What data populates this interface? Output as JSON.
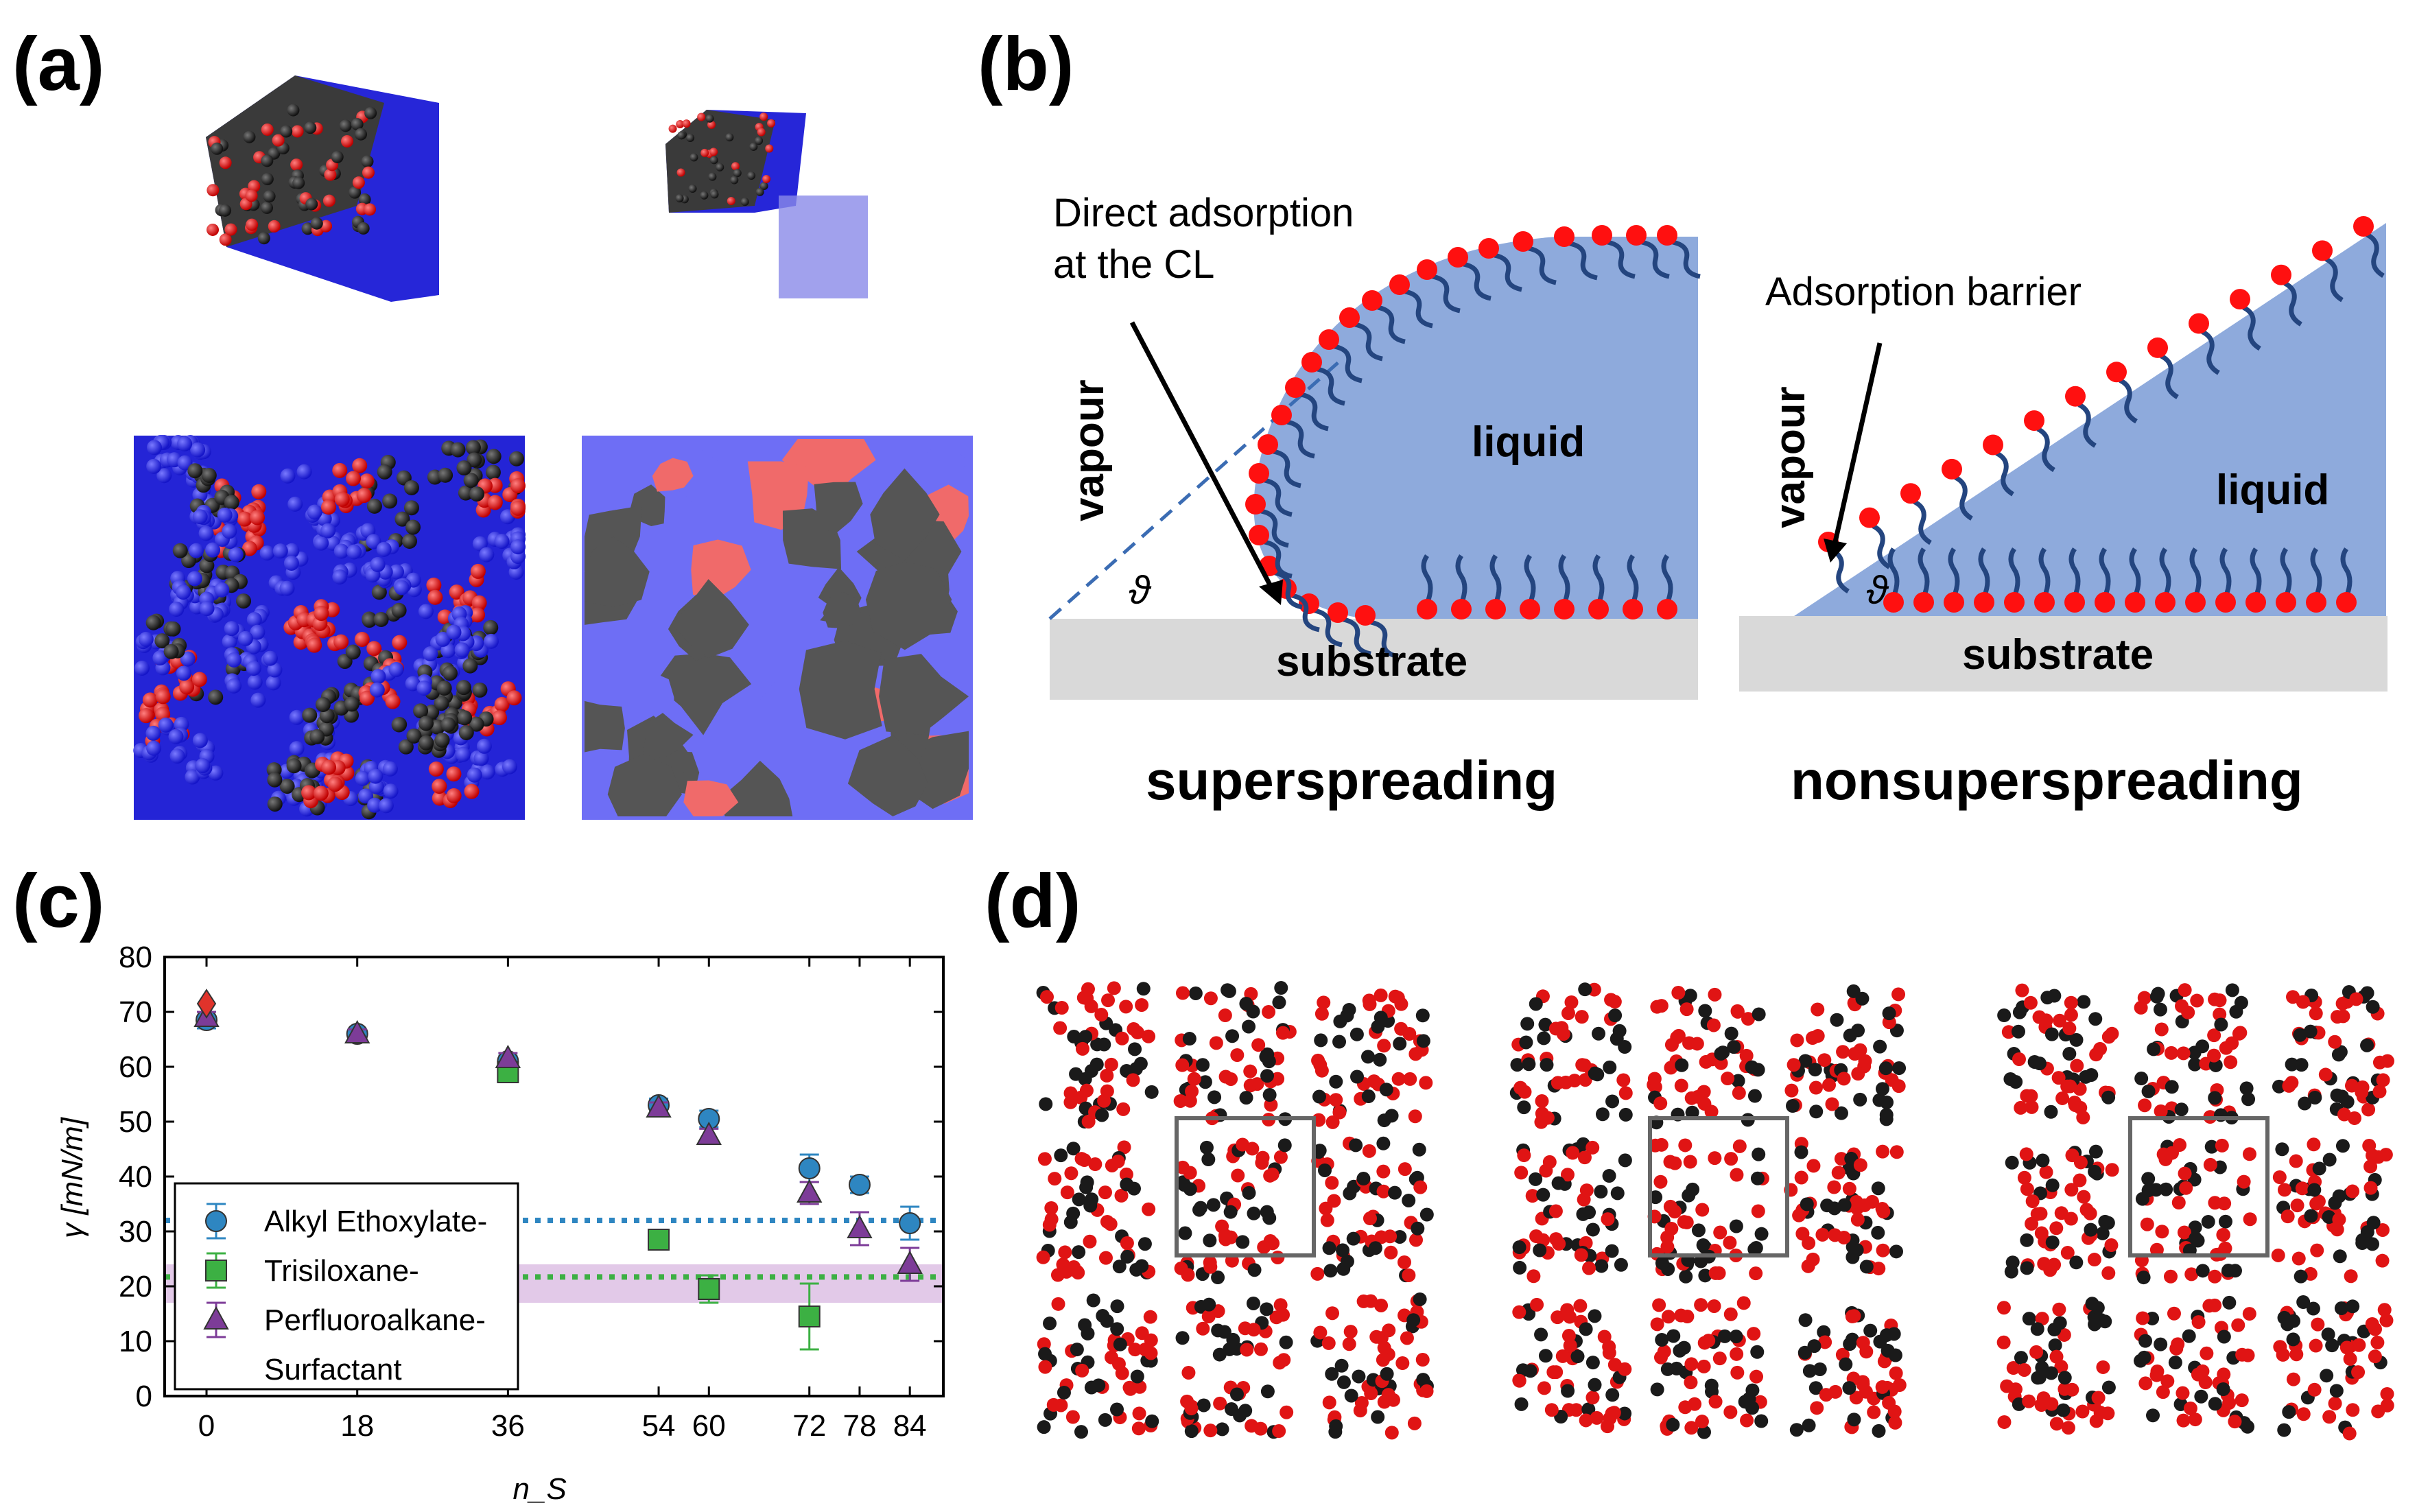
{
  "panels": {
    "a": {
      "label": "(a)"
    },
    "b": {
      "label": "(b)",
      "left": {
        "annotation_line1": "Direct adsorption",
        "annotation_line2": "at the CL",
        "vapour": "vapour",
        "liquid": "liquid",
        "theta": "ϑ",
        "substrate": "substrate",
        "caption": "superspreading"
      },
      "right": {
        "annotation": "Adsorption barrier",
        "vapour": "vapour",
        "liquid": "liquid",
        "theta": "ϑ",
        "substrate": "substrate",
        "caption": "nonsuperspreading"
      }
    },
    "c": {
      "label": "(c)"
    },
    "d": {
      "label": "(d)"
    }
  },
  "colors": {
    "blue_bead": "#2323e6",
    "red_bead": "#e01414",
    "black_bead": "#1a1a1a",
    "liquid": "#8eaadc",
    "substrate": "#d9d9d9",
    "series_blue": "#2e86c1",
    "series_green": "#3cb043",
    "series_purple": "#7d3c98",
    "band_purple": "#e2c9e8"
  },
  "chart_data": {
    "type": "scatter",
    "xlabel": "n_S",
    "ylabel": "γ [mN/m]",
    "xticks": [
      0,
      18,
      36,
      54,
      60,
      72,
      78,
      84
    ],
    "yticks": [
      0,
      10,
      20,
      30,
      40,
      50,
      60,
      70,
      80
    ],
    "xlim": [
      -5,
      88
    ],
    "ylim": [
      0,
      80
    ],
    "legend_position": "lower-left",
    "legend": [
      "Alkyl Ethoxylate-",
      "Trisiloxane-",
      "Perfluoroalkane-",
      "Surfactant"
    ],
    "series": [
      {
        "name": "Alkyl Ethoxylate-",
        "marker": "circle",
        "color": "#2e86c1",
        "x": [
          0,
          18,
          36,
          54,
          60,
          72,
          78,
          84
        ],
        "y": [
          68.5,
          66,
          61,
          53,
          50.5,
          41.5,
          38.5,
          31.5
        ],
        "err": [
          1.5,
          0.8,
          1,
          1.2,
          1.5,
          2.5,
          1.5,
          3
        ]
      },
      {
        "name": "Trisiloxane-",
        "marker": "square",
        "color": "#3cb043",
        "x": [
          36,
          54,
          60,
          72
        ],
        "y": [
          59,
          28.5,
          19.5,
          14.5
        ],
        "err": [
          1,
          1.5,
          2.5,
          6
        ]
      },
      {
        "name": "Perfluoroalkane-",
        "marker": "triangle",
        "color": "#7d3c98",
        "x": [
          0,
          18,
          36,
          54,
          60,
          72,
          78,
          84
        ],
        "y": [
          69,
          66,
          61.5,
          52.5,
          47.5,
          37,
          30.5,
          24
        ],
        "err": [
          1,
          0.8,
          1,
          1,
          1.2,
          2,
          3,
          3
        ]
      }
    ],
    "water_point": {
      "x": 0,
      "y": 71.5,
      "marker": "diamond",
      "color": "#e0332b"
    },
    "reference_lines": [
      {
        "y": 32,
        "color": "#2e86c1",
        "style": "dotted"
      },
      {
        "y": 21.7,
        "color": "#3cb043",
        "style": "dotted"
      }
    ],
    "shaded_band": {
      "y_range": [
        17,
        24
      ],
      "color": "#e2c9e8"
    }
  }
}
